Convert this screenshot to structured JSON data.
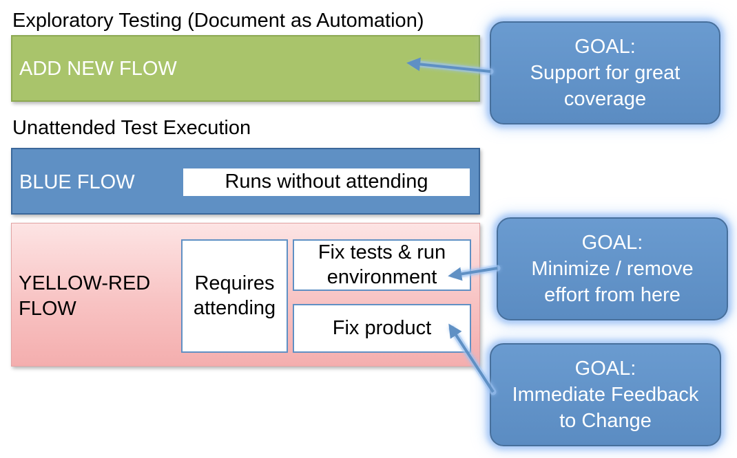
{
  "headings": {
    "exploratory": "Exploratory Testing (Document as Automation)",
    "unattended": "Unattended Test Execution"
  },
  "flows": {
    "add_new": {
      "label": "ADD NEW FLOW",
      "color": "#a9c46b"
    },
    "blue": {
      "label": "BLUE FLOW",
      "color": "#5f90c4",
      "box": "Runs without attending"
    },
    "yellow_red": {
      "label": "YELLOW-RED FLOW",
      "color": "#f8c3c3",
      "requires": "Requires attending",
      "fix_tests": "Fix tests & run environment",
      "fix_product": "Fix product"
    }
  },
  "goals": [
    {
      "title": "GOAL:",
      "lines": [
        "Support for great",
        "coverage"
      ]
    },
    {
      "title": "GOAL:",
      "lines": [
        "Minimize / remove",
        "effort from here"
      ]
    },
    {
      "title": "GOAL:",
      "lines": [
        "Immediate Feedback",
        "to Change"
      ]
    }
  ],
  "colors": {
    "goal_fill": "#5f90c4",
    "goal_glow": "#78aaf0",
    "arrow": "#5f90c4"
  }
}
